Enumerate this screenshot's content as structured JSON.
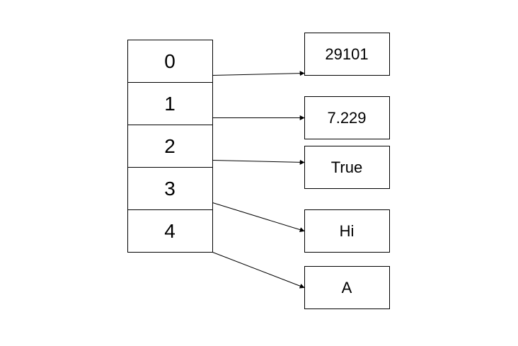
{
  "indices": [
    {
      "label": "0"
    },
    {
      "label": "1"
    },
    {
      "label": "2"
    },
    {
      "label": "3"
    },
    {
      "label": "4"
    }
  ],
  "values": [
    {
      "label": "29101"
    },
    {
      "label": "7.229"
    },
    {
      "label": "True"
    },
    {
      "label": "Hi"
    },
    {
      "label": "A"
    }
  ],
  "links": [
    {
      "from": 0,
      "to": 0
    },
    {
      "from": 1,
      "to": 1
    },
    {
      "from": 2,
      "to": 2
    },
    {
      "from": 3,
      "to": 3
    },
    {
      "from": 4,
      "to": 4
    }
  ],
  "colors": {
    "stroke": "#000000",
    "fill": "#ffffff",
    "text": "#000000"
  }
}
